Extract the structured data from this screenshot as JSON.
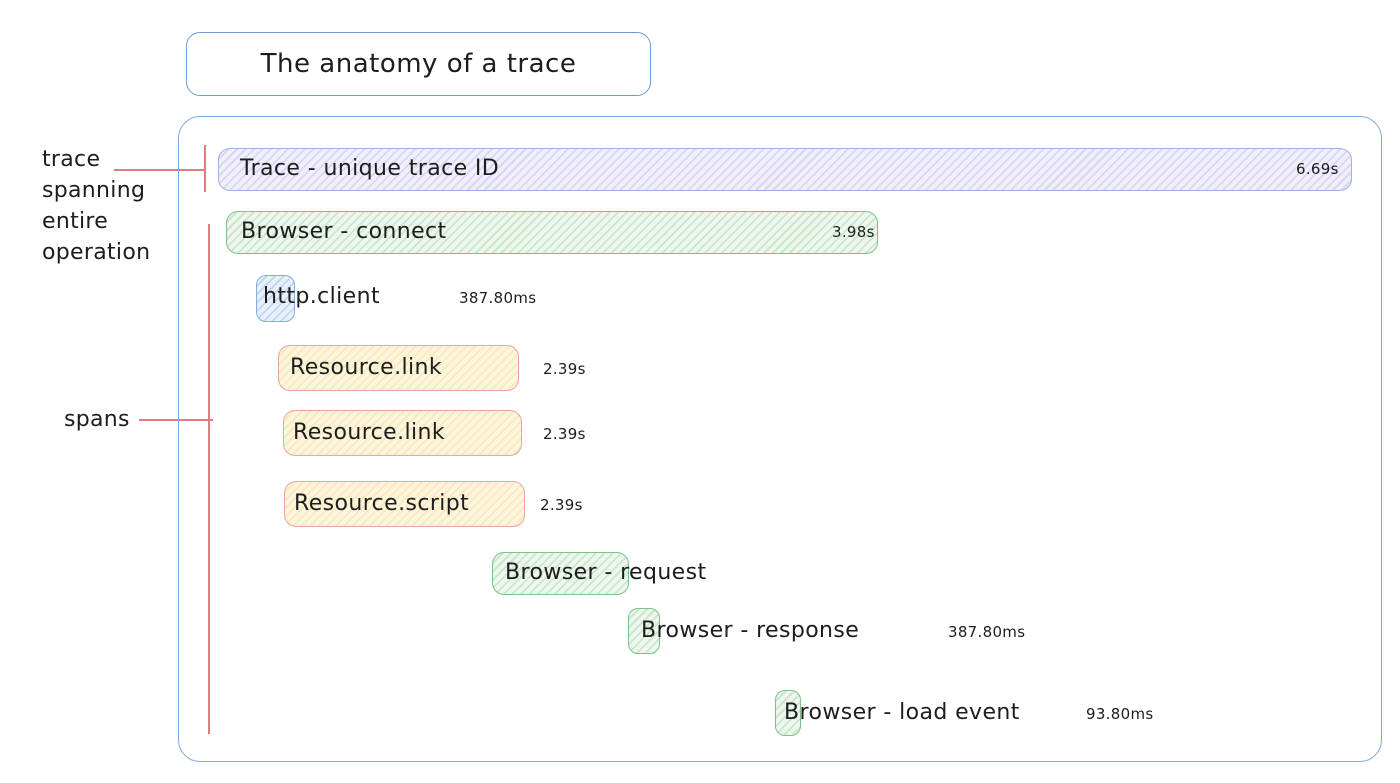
{
  "title": "The anatomy of a trace",
  "annotations": {
    "trace_note": {
      "lines": [
        "trace",
        "spanning",
        "entire",
        "operation"
      ]
    },
    "spans_note": "spans"
  },
  "trace_bar": {
    "label": "Trace - unique trace ID",
    "duration": "6.69s"
  },
  "spans": [
    {
      "name": "browser-connect",
      "label": "Browser - connect",
      "duration": "3.98s",
      "color": "green"
    },
    {
      "name": "http-client",
      "label": "http.client",
      "duration": "387.80ms",
      "color": "blue"
    },
    {
      "name": "resource-link-1",
      "label": "Resource.link",
      "duration": "2.39s",
      "color": "yellow"
    },
    {
      "name": "resource-link-2",
      "label": "Resource.link",
      "duration": "2.39s",
      "color": "yellow"
    },
    {
      "name": "resource-script",
      "label": "Resource.script",
      "duration": "2.39s",
      "color": "yellow"
    },
    {
      "name": "browser-request",
      "label": "Browser - request",
      "duration": "",
      "color": "green"
    },
    {
      "name": "browser-response",
      "label": "Browser - response",
      "duration": "387.80ms",
      "color": "green"
    },
    {
      "name": "browser-load-event",
      "label": "Browser - load event",
      "duration": "93.80ms",
      "color": "green"
    }
  ],
  "colors": {
    "container_border": "#7ca7dc",
    "trace_fill": "#f1effb",
    "trace_border": "#9db4e6",
    "green_fill": "#edf7ed",
    "green_border": "#7ec287",
    "yellow_fill": "#fdf6dd",
    "yellow_border": "#eba3a3",
    "blue_fill": "#e7f0fb",
    "blue_border": "#85aede",
    "annotation_red": "#e07c7c",
    "text": "#1d1d1d"
  }
}
